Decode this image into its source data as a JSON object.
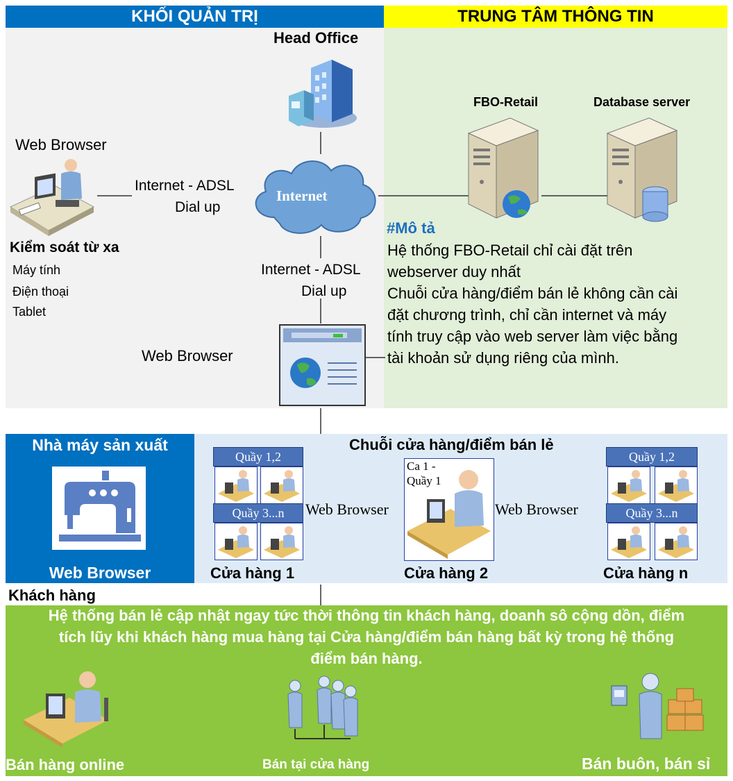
{
  "header": {
    "left_title": "KHỐI QUẢN TRỊ",
    "right_title": "TRUNG TÂM THÔNG TIN"
  },
  "head_office": {
    "label": "Head Office"
  },
  "cloud": {
    "label": "Internet"
  },
  "remote": {
    "browser_label": "Web Browser",
    "title": "Kiểm soát từ xa",
    "devices": [
      "Máy tính",
      "Điện thoại",
      "Tablet"
    ],
    "link_line1": "Internet - ADSL",
    "link_line2": "Dial up"
  },
  "office_link": {
    "line1": "Internet - ADSL",
    "line2": "Dial up"
  },
  "office_browser": {
    "label": "Web Browser"
  },
  "servers": {
    "app": "FBO-Retail",
    "db": "Database server"
  },
  "description": {
    "heading": "#Mô tả",
    "line1": "Hệ thống FBO-Retail chỉ cài đặt trên",
    "line2": "webserver duy nhất",
    "line3": "Chuỗi cửa hàng/điểm bán lẻ không cần cài",
    "line4": "đặt chương trình, chỉ cần internet và máy",
    "line5": "tính truy cập vào web server làm việc bằng",
    "line6": "tài khoản sử dụng riêng của mình."
  },
  "factory": {
    "title": "Nhà máy sản xuất",
    "browser": "Web Browser"
  },
  "stores": {
    "title": "Chuỗi cửa hàng/điểm bán lẻ",
    "counter_12": "Quầy 1,2",
    "counter_3n": "Quầy 3...n",
    "shift_line1": "Ca 1 -",
    "shift_line2": "Quầy 1",
    "browser_left": "Web Browser",
    "browser_right": "Web Browser",
    "store1": "Cửa hàng 1",
    "store2": "Cửa hàng 2",
    "storen": "Cửa hàng n"
  },
  "customers": {
    "title": "Khách hàng",
    "line1": "Hệ thống bán lẻ cập nhật ngay tức thời thông tin khách hàng, doanh sô cộng dồn, điểm",
    "line2": "tích lũy khi khách hàng mua hàng tại Cửa hàng/điểm bán hàng bất kỳ trong hệ thống",
    "line3": "điểm bán hàng.",
    "online": "Bán hàng online",
    "in_store": "Bán tại cửa hàng",
    "wholesale": "Bán buôn, bán sỉ"
  },
  "colors": {
    "left_header": "#0070c0",
    "right_header": "#ffff00",
    "left_panel": "#f2f2f2",
    "right_panel": "#e2efd9",
    "factory_panel": "#0070c0",
    "stores_panel": "#deebf7",
    "customer_band": "#8dc63f"
  }
}
